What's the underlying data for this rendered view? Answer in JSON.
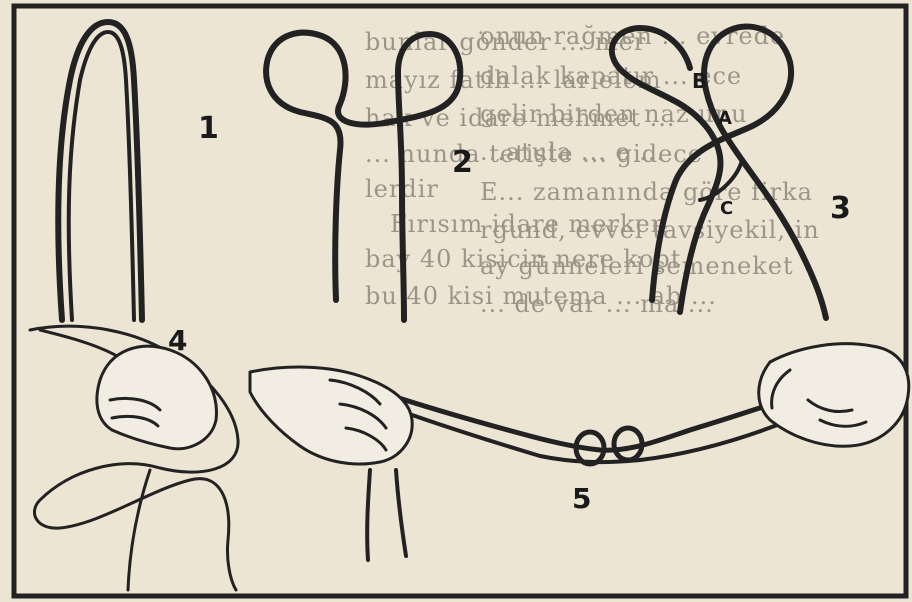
{
  "figures": [
    {
      "id": "1",
      "label": "1"
    },
    {
      "id": "2",
      "label": "2"
    },
    {
      "id": "3",
      "label": "3",
      "points": [
        "B",
        "A",
        "C"
      ]
    },
    {
      "id": "4",
      "label": "4"
    },
    {
      "id": "5",
      "label": "5"
    }
  ],
  "background_text": [
    "onun rağmen ... evrede",
    "dalak kapatır ... ece",
    "gelir birden naz unu",
    "...atula ... e ...",
    "bunlar gönder ... mer",
    "mayız fatih ... lar elem",
    "hak ve idare mehmet ...",
    "... nunda tetişte ... gidece",
    "lerdir",
    "Fırısım idare merken",
    "bay 40 kisicin nere kopt",
    "bu 40 kisi mutema ... ab ...",
    "E... zamanında göre firka",
    "rgund, evvel tavsiyekil, in",
    "ay günneleri semeneket",
    "... de var ... ma ..."
  ]
}
